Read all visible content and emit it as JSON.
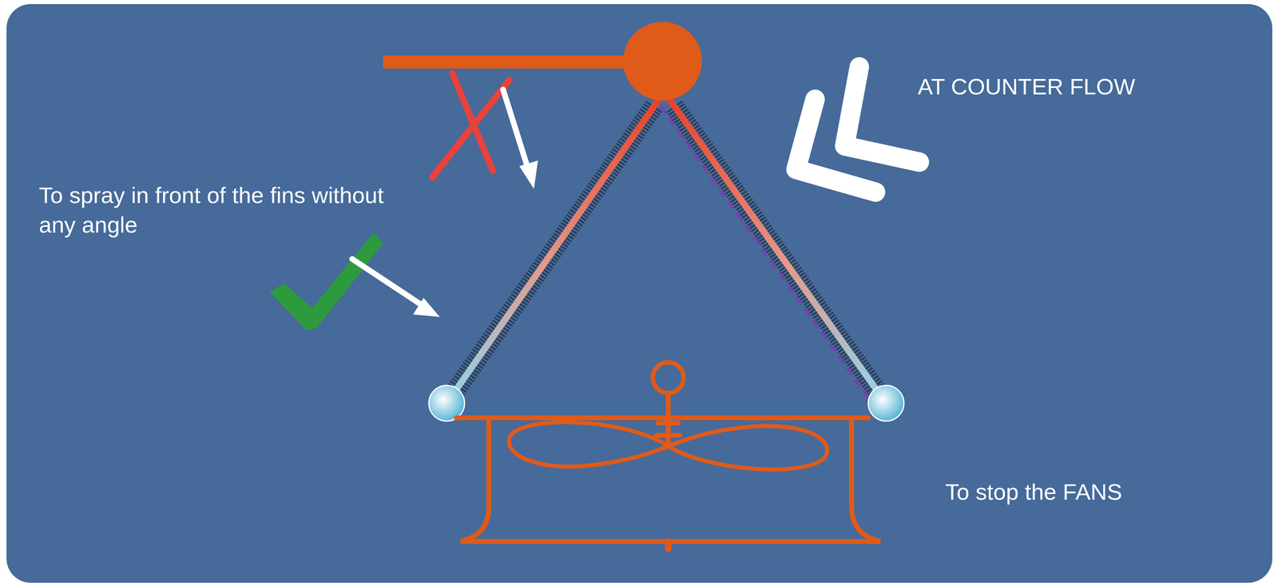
{
  "diagram": {
    "labels": [
      "AT COUNTER FLOW",
      "To spray in front of the fins without any angle",
      "To stop the FANS"
    ]
  }
}
